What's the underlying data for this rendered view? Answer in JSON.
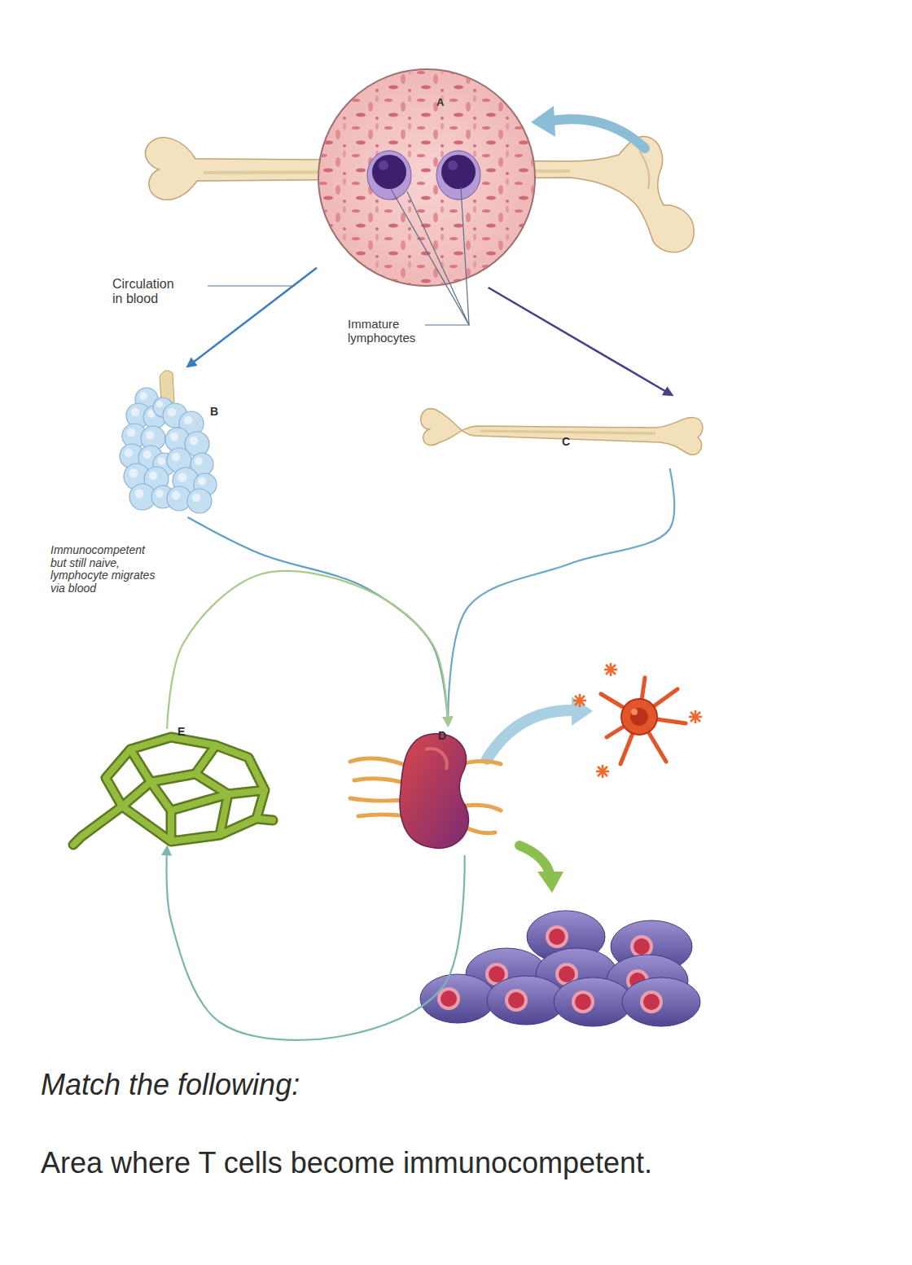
{
  "diagram": {
    "caption": "Match the following:",
    "nodes": [
      {
        "text": [
          "A"
        ]
      },
      {
        "text": [
          "B"
        ]
      },
      {
        "text": [
          "C"
        ]
      },
      {
        "text": [
          "E"
        ]
      },
      {
        "text": [
          "D"
        ]
      }
    ],
    "edges": [
      {
        "from": 0,
        "to": 1,
        "arrow": "to",
        "label": "Circulation in blood"
      },
      {
        "from": 0,
        "to": 2,
        "arrow": "to"
      },
      {
        "from": 1,
        "to": 4,
        "arrow": "to"
      },
      {
        "from": 2,
        "to": 4,
        "arrow": "to"
      },
      {
        "from": 3,
        "to": 4,
        "arrow": "to"
      },
      {
        "from": 4,
        "to": 3,
        "arrow": "to"
      }
    ],
    "labels": [
      "Immature lymphocytes",
      "Immunocompetent but still naive, lymphocyte migrates via blood",
      "Area where T cells become immunocompetent."
    ]
  }
}
